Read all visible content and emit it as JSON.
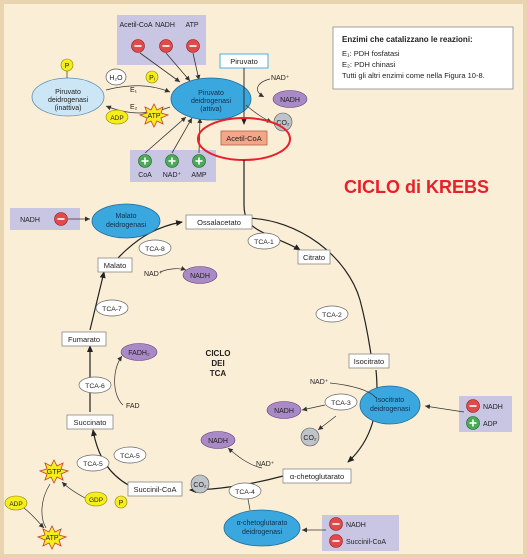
{
  "title": "CICLO di KREBS",
  "center_label": [
    "CICLO",
    "DEI",
    "TCA"
  ],
  "legend": {
    "heading": "Enzimi che catalizzano le reazioni:",
    "e1": "E₁: PDH fosfatasi",
    "e2": "E₂: PDH chinasi",
    "others": "Tutti gli altri enzimi come nella Figura 10-8."
  },
  "inhibitors_top": {
    "labels": [
      "Acetil-CoA",
      "NADH",
      "ATP"
    ],
    "sign": "−"
  },
  "activators_top": {
    "labels": [
      "CoA",
      "NAD⁺",
      "AMP"
    ],
    "sign": "+"
  },
  "pdh": {
    "inactive": "Piruvato deidrogenasi (inattiva)",
    "active": "Piruvato deidrogenasi (attiva)",
    "h2o": "H₂O",
    "pi": "Pᵢ",
    "p": "P",
    "e1": "E₁",
    "e2": "E₂",
    "adp": "ADP",
    "atp": "ATP"
  },
  "pyruvate": {
    "label": "Piruvato",
    "nad": "NAD⁺",
    "nadh": "NADH",
    "co2": "CO₂"
  },
  "acetyl_coa": "Acetil-CoA",
  "metabolites": {
    "ossalacetato": "Ossalacetato",
    "citrato": "Citrato",
    "isocitrato": "Isocitrato",
    "alfa_kg": "α-chetoglutarato",
    "succinil": "Succinil-CoA",
    "succinato": "Succinato",
    "fumarato": "Fumarato",
    "malato": "Malato"
  },
  "enzymes": [
    "TCA-1",
    "TCA-2",
    "TCA-3",
    "TCA-4",
    "TCA-5",
    "TCA-6",
    "TCA-7",
    "TCA-8"
  ],
  "cofactors": {
    "nad": "NAD⁺",
    "nadh": "NADH",
    "co2": "CO₂",
    "fad": "FAD",
    "fadh2": "FADH₂",
    "gtp": "GTP",
    "gdp": "GDP",
    "adp": "ADP",
    "atp": "ATP",
    "p": "P"
  },
  "malate_dh": {
    "label": "Malato deidrogenasi",
    "inhibitor": "NADH"
  },
  "isocitrate_dh": {
    "label": "Isocitrato deidrogenasi",
    "inhibitor": "NADH",
    "activator": "ADP"
  },
  "akg_dh": {
    "label": "α-chetoglutarato deidrogenasi",
    "inhibitors": [
      "NADH",
      "Succinil-CoA"
    ]
  },
  "colors": {
    "frame_bg": "#fbeed6",
    "lavender": "#c9c6e4",
    "enzyme_blue": "#3aa7df",
    "purple": "#a98ac6",
    "red_title": "#e8202a",
    "green": "#4aab57",
    "yellow": "#f5ee1c",
    "orange_box": "#f2a789"
  }
}
